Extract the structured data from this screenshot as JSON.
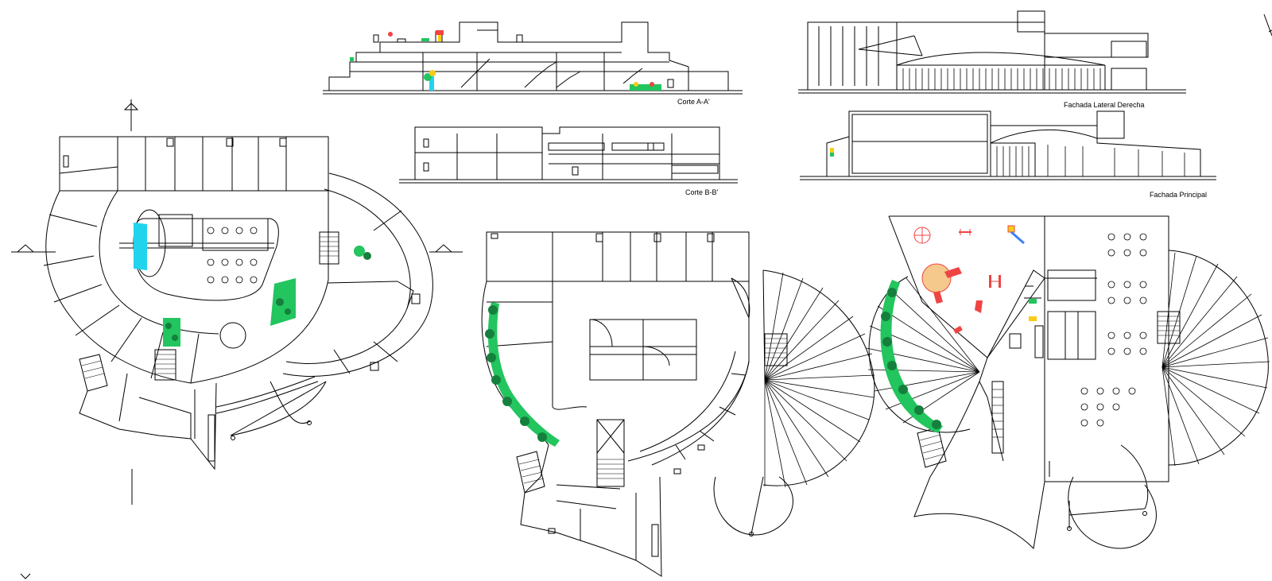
{
  "drawing": {
    "labels": {
      "corte_a": "Corte A-A'",
      "corte_b": "Corte B-B'",
      "fachada_lateral": "Fachada Lateral Derecha",
      "fachada_principal": "Fachada Principal"
    },
    "colors": {
      "line": "#000000",
      "vegetation": "#22c55e",
      "vegetation_dark": "#15803d",
      "water": "#22d3ee",
      "play_red": "#ef4444",
      "play_yellow": "#facc15",
      "play_sand": "#f5c98b",
      "play_blue": "#3b82f6"
    }
  }
}
